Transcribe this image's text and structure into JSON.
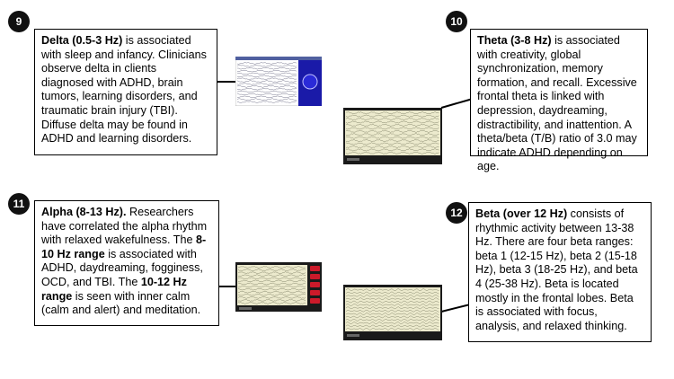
{
  "cards": [
    {
      "number": "9",
      "parts": [
        {
          "bold": true,
          "text": "Delta (0.5-3 Hz)"
        },
        {
          "bold": false,
          "text": " is associated with sleep and infancy. Clinicians observe delta in clients diagnosed with ADHD, brain tumors, learning disorders, and traumatic brain injury (TBI). Diffuse delta may be found in ADHD and learning disorders."
        }
      ]
    },
    {
      "number": "10",
      "parts": [
        {
          "bold": true,
          "text": "Theta (3-8 Hz)"
        },
        {
          "bold": false,
          "text": " is associated with creativity, global synchronization, memory formation, and recall. Excessive frontal theta is linked with depression, daydreaming, distractibility, and inattention. A theta/beta (T/B) ratio of 3.0 may indicate ADHD depending on age."
        }
      ]
    },
    {
      "number": "11",
      "parts": [
        {
          "bold": true,
          "text": "Alpha (8-13 Hz)."
        },
        {
          "bold": false,
          "text": " Researchers have correlated the alpha rhythm with relaxed wakefulness. The "
        },
        {
          "bold": true,
          "text": "8-10 Hz range"
        },
        {
          "bold": false,
          "text": " is associated with ADHD, daydreaming, fogginess, OCD, and TBI. The "
        },
        {
          "bold": true,
          "text": "10-12 Hz range"
        },
        {
          "bold": false,
          "text": " is seen with inner calm (calm and alert) and meditation."
        }
      ]
    },
    {
      "number": "12",
      "parts": [
        {
          "bold": true,
          "text": "Beta (over 12 Hz)"
        },
        {
          "bold": false,
          "text": " consists of rhythmic activity between 13-38 Hz. There are four beta ranges: beta 1 (12-15 Hz), beta 2 (15-18 Hz), beta 3 (18-25 Hz), and beta 4 (25-38 Hz). Beta is located mostly in the frontal lobes. Beta is associated with focus, analysis, and relaxed thinking."
        }
      ]
    }
  ],
  "colors": {
    "delta_panel": "#1a1aa8",
    "eeg_background": "#eceacd",
    "eeg_trace": "#8a8a70",
    "dark_frame": "#1a1a1a",
    "alpha_button": "#cc1a2a"
  }
}
